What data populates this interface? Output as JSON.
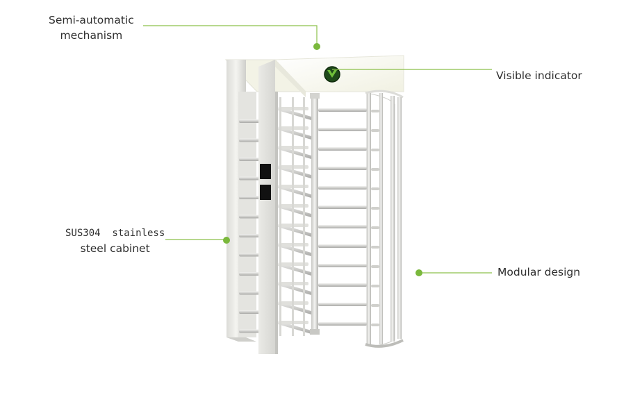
{
  "callouts": {
    "semi_automatic": {
      "line1": "Semi-automatic",
      "line2": "mechanism"
    },
    "visible_indicator": {
      "text": "Visible indicator"
    },
    "cabinet": {
      "line1": "SUS304  stainless",
      "line2": "steel cabinet"
    },
    "modular": {
      "text": "Modular design"
    }
  },
  "colors": {
    "callout_line": "#8cc04a",
    "callout_dot": "#7ab83c",
    "indicator_bg": "#1f4a1a",
    "indicator_arrow": "#6fbf3a",
    "steel_light": "#eeeeea",
    "steel_mid": "#d4d4d0",
    "steel_dark": "#b8b8b4",
    "canopy": "#f6f6ea",
    "reader": "#111111",
    "text": "#2e2e2e"
  },
  "icons": {
    "indicator": "green-arrow-indicator-icon"
  }
}
